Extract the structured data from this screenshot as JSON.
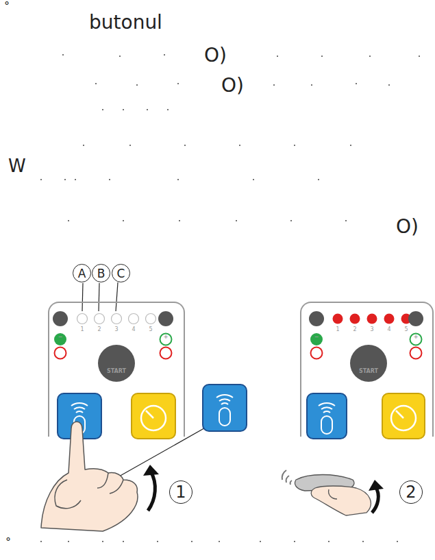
{
  "diagram": {
    "nodes": [
      {
        "text": [
          "A"
        ]
      },
      {
        "text": [
          "B"
        ]
      },
      {
        "text": [
          "C"
        ]
      },
      {
        "text": [
          "1",
          "2",
          "3",
          "4",
          "5"
        ]
      },
      {
        "text": [
          "−"
        ],
        "in": 3
      },
      {
        "text": [
          "+"
        ],
        "in": 3
      },
      {
        "text": [
          "START"
        ],
        "in": 3
      },
      {
        "text": [
          "1",
          "2",
          "3",
          "4",
          "5"
        ]
      },
      {
        "text": [
          "−"
        ],
        "in": 7
      },
      {
        "text": [
          "+"
        ],
        "in": 7
      },
      {
        "text": [
          "START"
        ],
        "in": 7
      },
      {
        "text": [
          "1"
        ]
      },
      {
        "text": [
          "2"
        ]
      }
    ],
    "labels": [
      "°",
      "butonul",
      "O)",
      "O)",
      "W",
      "O)",
      "°"
    ]
  }
}
